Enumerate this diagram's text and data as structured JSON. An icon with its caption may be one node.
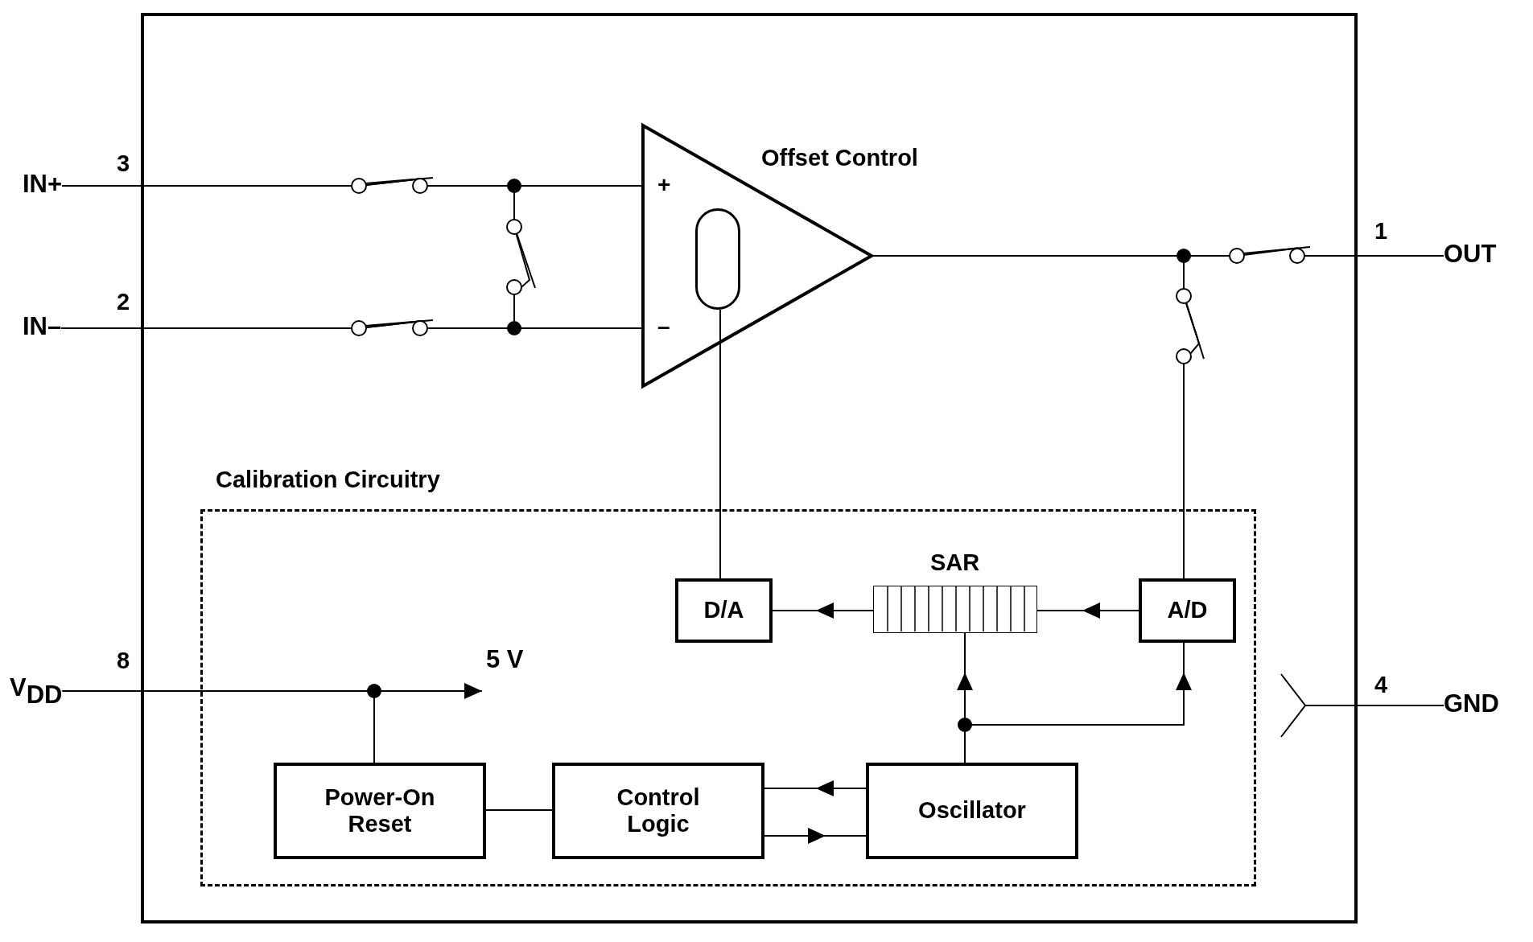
{
  "diagram": {
    "nodes": [
      {
        "text": [
          "IN+"
        ],
        "beside": [
          "3"
        ]
      },
      {
        "text": [
          "IN–"
        ],
        "beside": [
          "2"
        ]
      },
      {
        "text": [
          "+",
          "–"
        ],
        "beside": [
          "Offset Control"
        ]
      },
      {
        "text": [],
        "shape": "oval",
        "in": 2
      },
      {
        "text": [
          "OUT"
        ],
        "beside": [
          "1"
        ]
      },
      {
        "text": [
          "Calibration Circuitry"
        ]
      },
      {
        "text": [
          "D/A"
        ],
        "in": 5
      },
      {
        "text": [
          "SAR"
        ],
        "in": 5
      },
      {
        "text": [
          "A/D"
        ],
        "in": 5
      },
      {
        "text": [
          "V$_{DD}$"
        ],
        "beside": [
          "8"
        ]
      },
      {
        "text": [
          "5 V"
        ],
        "in": 5
      },
      {
        "text": [
          "Power-On Reset"
        ],
        "in": 5
      },
      {
        "text": [
          "Control Logic"
        ],
        "in": 5
      },
      {
        "text": [
          "Oscillator"
        ],
        "in": 5
      },
      {
        "text": [
          "GND"
        ],
        "beside": [
          "4"
        ]
      }
    ],
    "edges": [
      {
        "from": 0,
        "to": 2,
        "arrow": "none"
      },
      {
        "from": 1,
        "to": 2,
        "arrow": "none"
      },
      {
        "from": 0,
        "to": 1,
        "arrow": "none"
      },
      {
        "from": 2,
        "to": 4,
        "arrow": "none"
      },
      {
        "from": 2,
        "to": 8,
        "arrow": "none"
      },
      {
        "from": 6,
        "to": 3,
        "arrow": "none"
      },
      {
        "from": 8,
        "to": 7,
        "arrow": "to"
      },
      {
        "from": 7,
        "to": 6,
        "arrow": "to"
      },
      {
        "from": 9,
        "to": 10,
        "arrow": "to"
      },
      {
        "from": 9,
        "to": 11,
        "arrow": "none"
      },
      {
        "from": 11,
        "to": 12,
        "arrow": "none"
      },
      {
        "from": 13,
        "to": 12,
        "arrow": "to"
      },
      {
        "from": 12,
        "to": 13,
        "arrow": "to"
      },
      {
        "from": 13,
        "to": 7,
        "arrow": "to"
      },
      {
        "from": 13,
        "to": 8,
        "arrow": "to"
      },
      {
        "from": 14,
        "to": null,
        "arrow": "other"
      }
    ]
  }
}
